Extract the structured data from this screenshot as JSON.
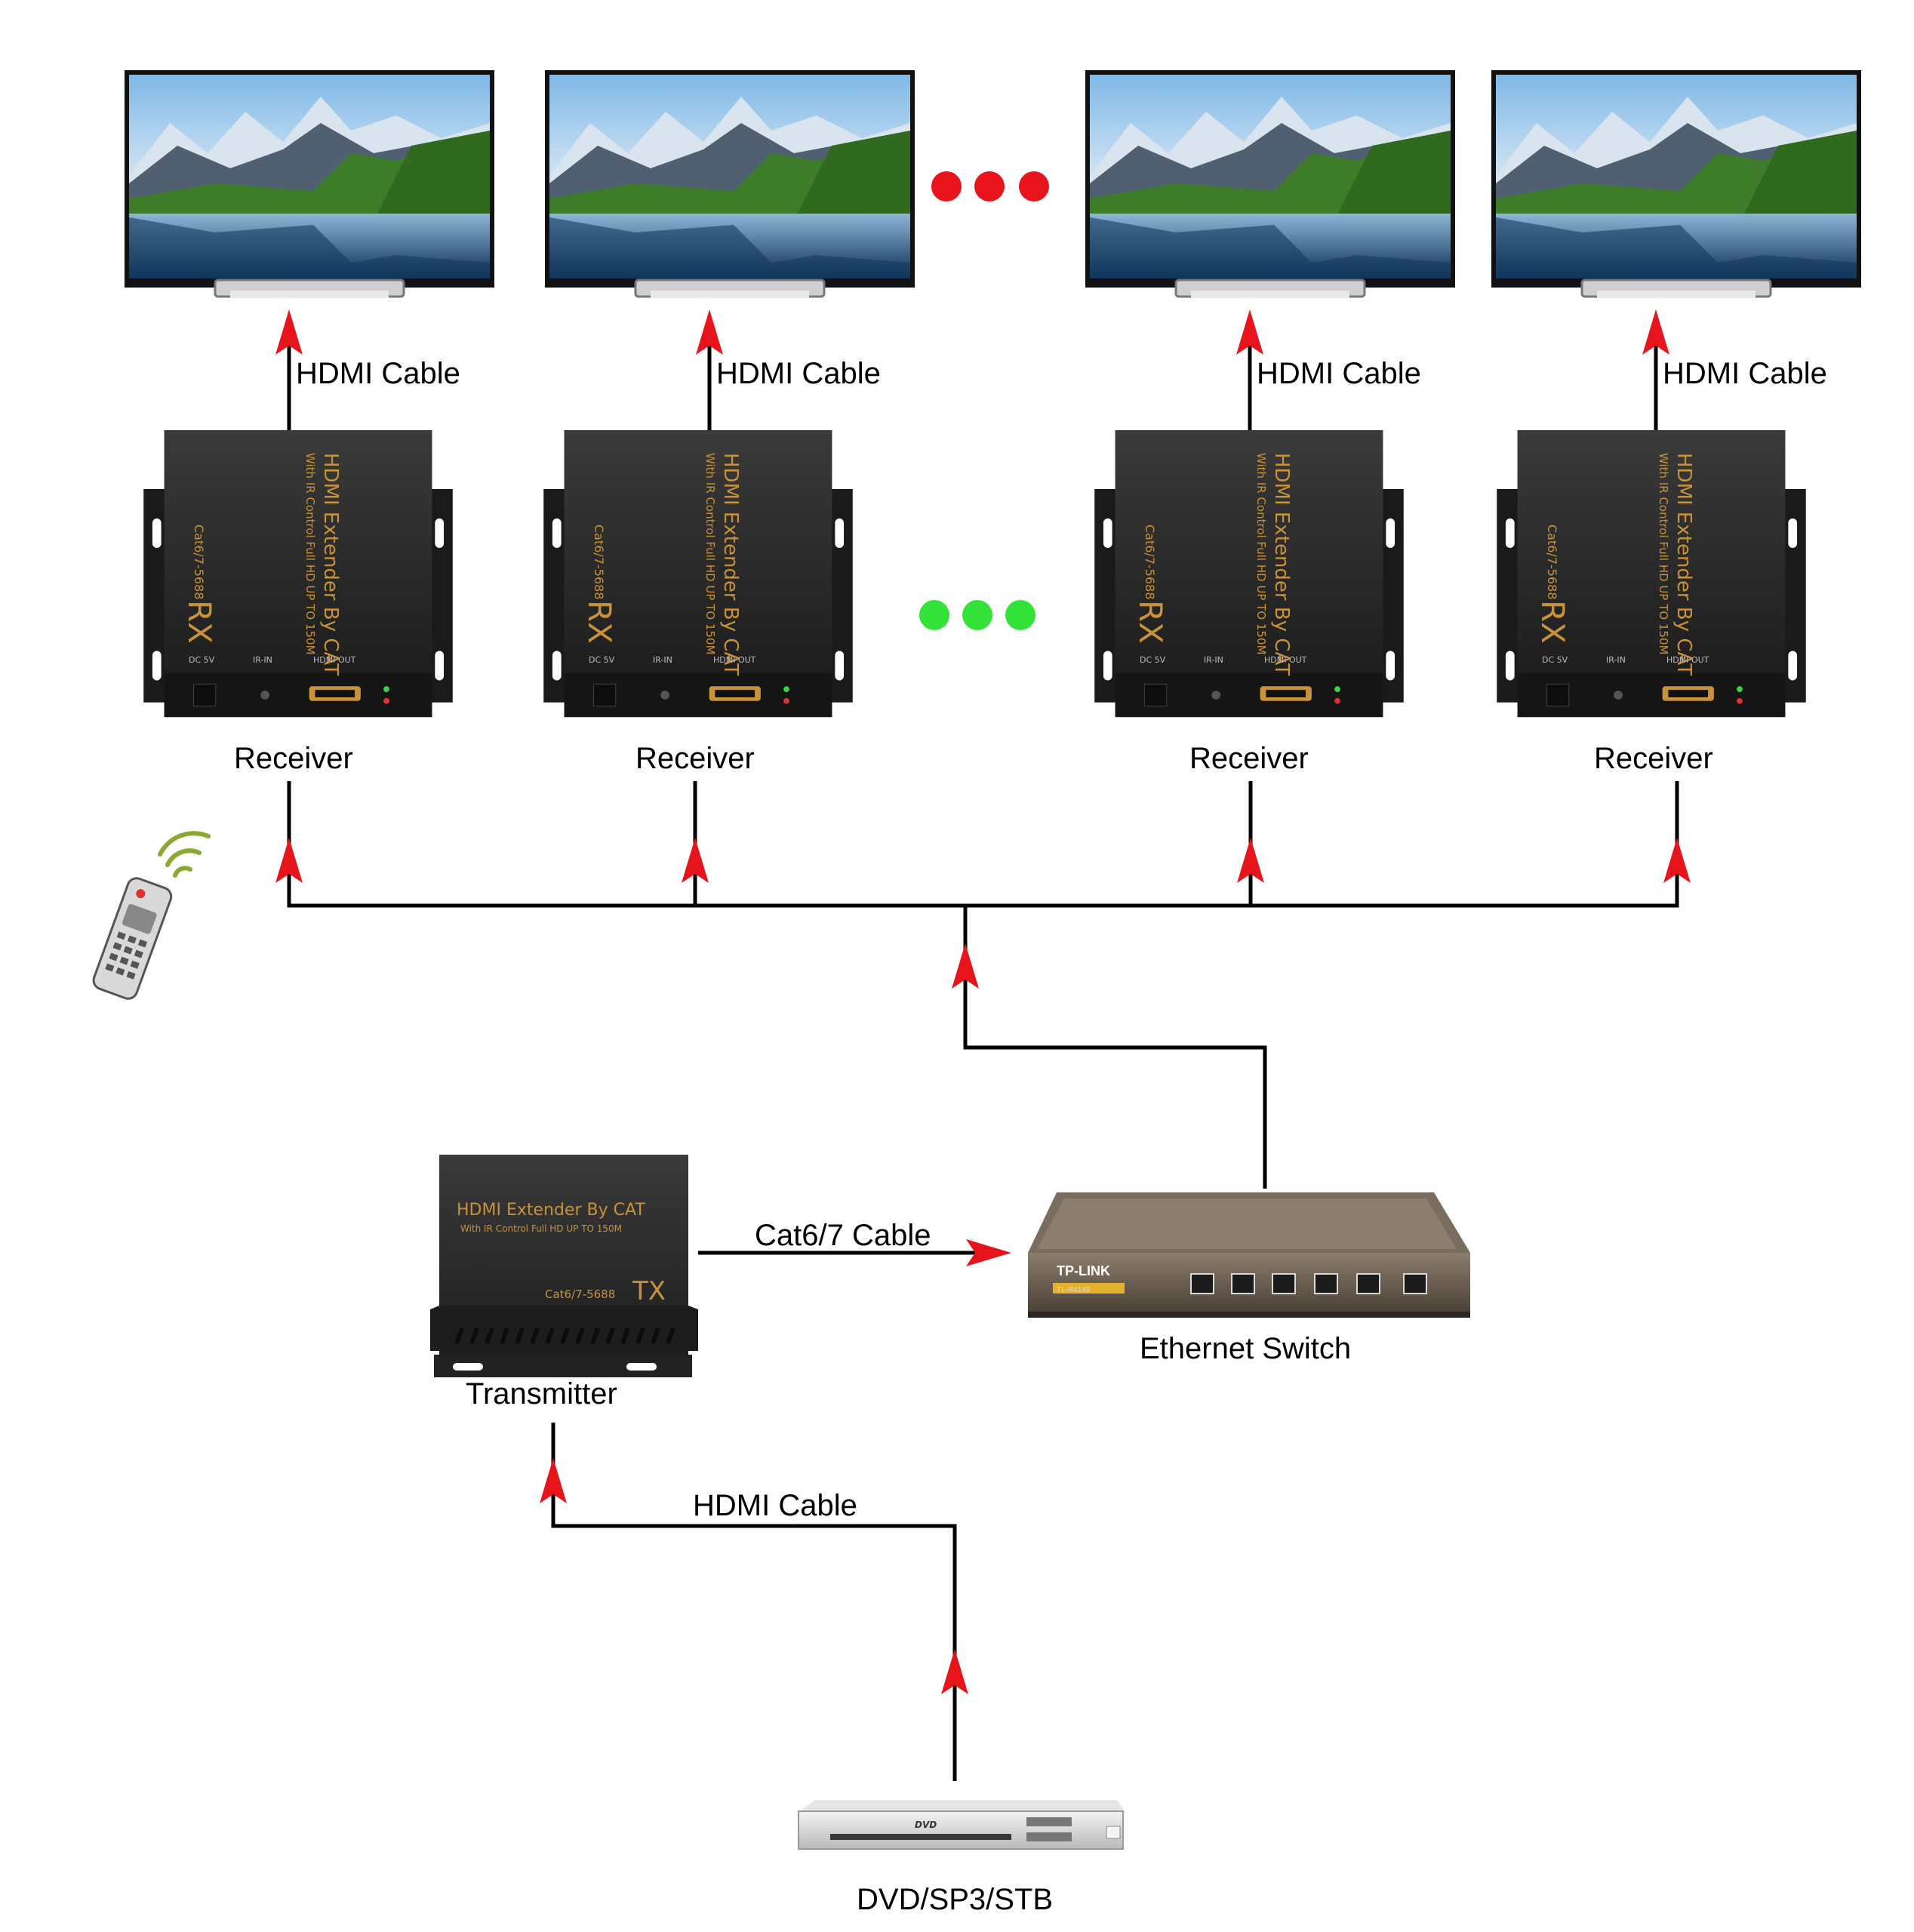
{
  "labels": {
    "hdmi_cable_tv1": "HDMI Cable",
    "hdmi_cable_tv2": "HDMI Cable",
    "hdmi_cable_tv3": "HDMI Cable",
    "hdmi_cable_tv4": "HDMI Cable",
    "receiver_1": "Receiver",
    "receiver_2": "Receiver",
    "receiver_3": "Receiver",
    "receiver_4": "Receiver",
    "cat_cable": "Cat6/7 Cable",
    "ethernet_switch": "Ethernet Switch",
    "transmitter": "Transmitter",
    "hdmi_cable_source": "HDMI Cable",
    "source": "DVD/SP3/STB"
  },
  "device_text": {
    "rx_title": "HDMI Extender By CAT",
    "rx_subtitle": "With IR Control Full HD UP TO 150M",
    "rx_model": "Cat6/7-5688",
    "rx_badge": "RX",
    "rx_port_dc": "DC 5V",
    "rx_port_ir": "IR-IN",
    "rx_port_hdmi": "HDMI OUT",
    "tx_title": "HDMI Extender By CAT",
    "tx_subtitle": "With IR Control Full HD UP TO 150M",
    "tx_model": "Cat6/7-5688",
    "tx_badge": "TX",
    "switch_brand": "TP-LINK",
    "switch_model": "TL-R4148",
    "dvd_label": "DVD"
  },
  "colors": {
    "arrow": "#e8141c",
    "dots_displays": "#e8141c",
    "dots_receivers": "#33e33a",
    "device_body": "#2a2a2a",
    "device_text": "#c8923a",
    "signal_waves": "#8aa832"
  },
  "icons": [
    "tv-icon",
    "receiver-box-icon",
    "transmitter-box-icon",
    "network-switch-icon",
    "dvd-player-icon",
    "remote-control-icon",
    "wireless-signal-icon"
  ]
}
